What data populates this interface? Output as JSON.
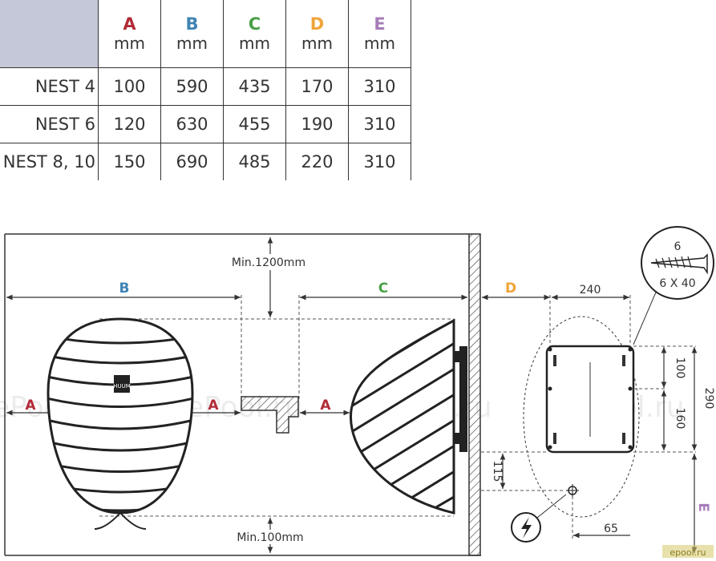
{
  "table": {
    "columns": [
      {
        "letter": "A",
        "unit": "mm",
        "color": "#b22a36"
      },
      {
        "letter": "B",
        "unit": "mm",
        "color": "#3f84b4"
      },
      {
        "letter": "C",
        "unit": "mm",
        "color": "#4aa048"
      },
      {
        "letter": "D",
        "unit": "mm",
        "color": "#f0a43a"
      },
      {
        "letter": "E",
        "unit": "mm",
        "color": "#a77cba"
      }
    ],
    "rows": [
      {
        "model": "NEST 4",
        "values": [
          "100",
          "590",
          "435",
          "170",
          "310"
        ]
      },
      {
        "model": "NEST 6",
        "values": [
          "120",
          "630",
          "455",
          "190",
          "310"
        ]
      },
      {
        "model": "NEST 8, 10",
        "values": [
          "150",
          "690",
          "485",
          "220",
          "310"
        ]
      }
    ]
  },
  "diagram": {
    "min_top": "Min.1200mm",
    "min_bottom": "Min.100mm",
    "label_a": "A",
    "label_b": "B",
    "label_c": "C",
    "label_d": "D",
    "label_e": "E",
    "dim_240": "240",
    "dim_290": "290",
    "dim_100": "100",
    "dim_160": "160",
    "dim_115": "115",
    "dim_65": "65",
    "screw_count": "6",
    "screw_size": "6 X 40",
    "heater_logo": "HUUM",
    "watermark": "ePool.ru",
    "corner_watermark": "epool.ru",
    "colors": {
      "a": "#b22a36",
      "b": "#3f84b4",
      "c": "#4aa048",
      "d": "#f0a43a",
      "e": "#a77cba"
    },
    "icons": [
      "screw-icon",
      "electric-bolt-icon"
    ]
  }
}
